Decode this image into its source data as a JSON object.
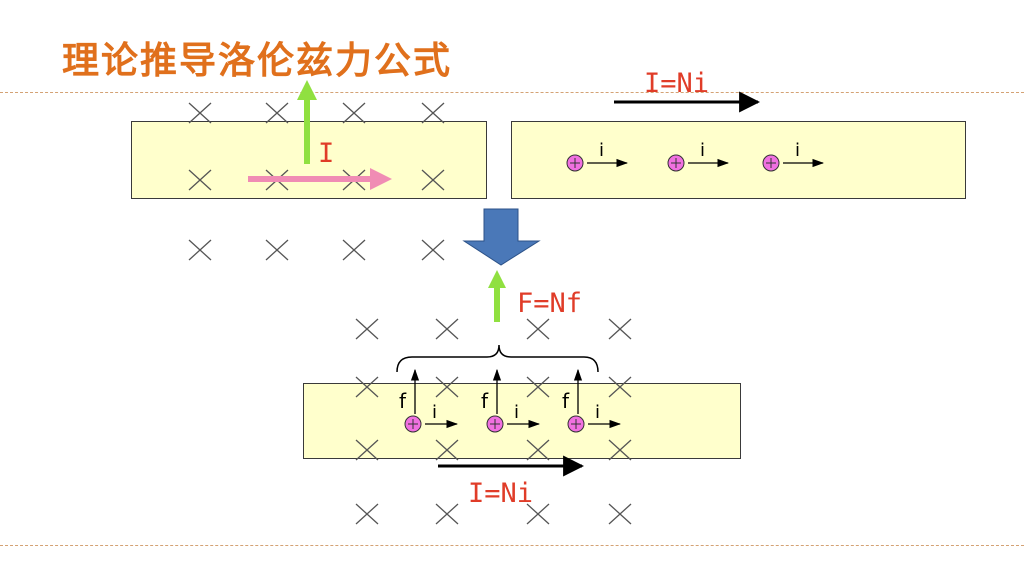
{
  "title": "理论推导洛伦兹力公式",
  "labels": {
    "current_I": "I",
    "total_current_top": "I=Ni",
    "total_force": "F=Nf",
    "total_current_bottom": "I=Ni",
    "charge_current": "i",
    "charge_force": "f"
  },
  "colors": {
    "title": "#e0701c",
    "conductor_fill": "#ffffcc",
    "field_cross": "#555555",
    "current_arrow": "#f08cb4",
    "force_arrow": "#90e040",
    "transform_arrow": "#4a78b8",
    "charge_fill": "#f070e0",
    "label_red": "#e03c28"
  },
  "icons": {
    "field_mark": "cross-mark-icon",
    "charge": "positive-charge-icon",
    "transform": "down-arrow-icon"
  }
}
